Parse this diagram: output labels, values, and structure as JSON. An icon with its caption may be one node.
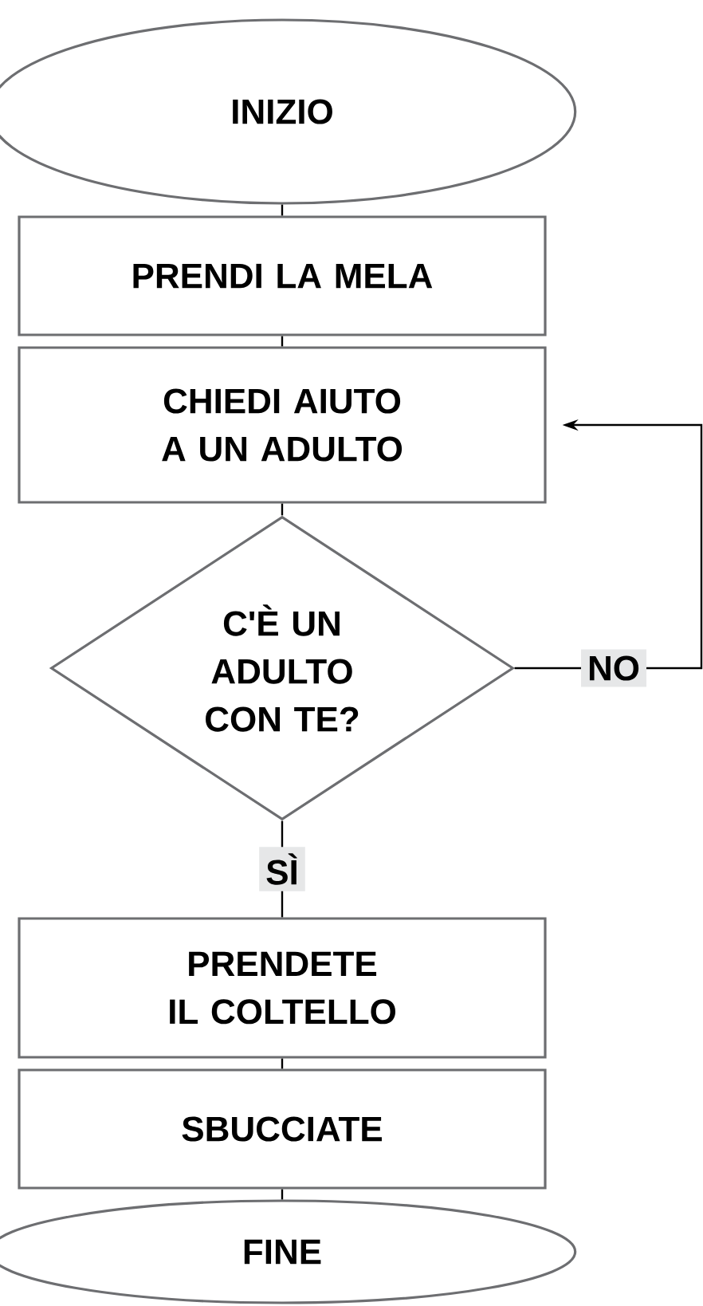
{
  "diagram": {
    "nodes": [
      {
        "text": [
          "INIZIO"
        ]
      },
      {
        "text": [
          "PRENDI LA MELA"
        ]
      },
      {
        "text": [
          "CHIEDI AIUTO A UN ADULTO"
        ]
      },
      {
        "text": [
          "C'È UN ADULTO CON TE?"
        ]
      },
      {
        "text": [
          "PRENDETE IL COLTELLO"
        ]
      },
      {
        "text": [
          "SBUCCIATE"
        ]
      },
      {
        "text": [
          "FINE"
        ]
      }
    ],
    "edges": [
      {
        "from": 0,
        "to": 1,
        "arrow": "none"
      },
      {
        "from": 1,
        "to": 2,
        "arrow": "none"
      },
      {
        "from": 2,
        "to": 3,
        "arrow": "none"
      },
      {
        "from": 3,
        "to": 2,
        "arrow": "to",
        "label": "NO"
      },
      {
        "from": 3,
        "to": 4,
        "arrow": "none",
        "label": "SÌ"
      },
      {
        "from": 4,
        "to": 5,
        "arrow": "none"
      },
      {
        "from": 5,
        "to": 6,
        "arrow": "none"
      }
    ]
  }
}
